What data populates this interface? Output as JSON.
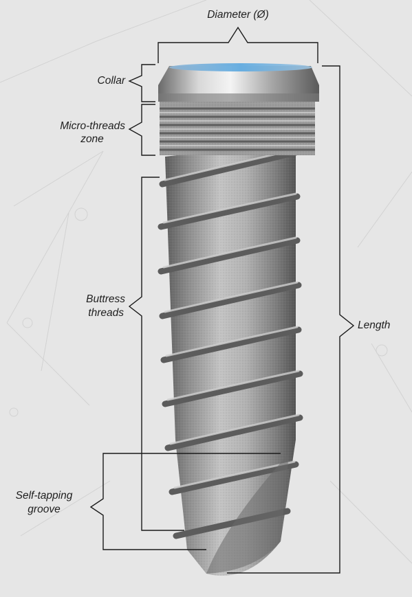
{
  "labels": {
    "diameter": "Diameter (Ø)",
    "collar": "Collar",
    "micro_line1": "Micro-threads",
    "micro_line2": "zone",
    "buttress_line1": "Buttress",
    "buttress_line2": "threads",
    "length": "Length",
    "self_line1": "Self-tapping",
    "self_line2": "groove"
  },
  "colors": {
    "background": "#e6e6e6",
    "bracket": "#1a1a1a",
    "implant_body": "#9a9a9a",
    "collar_highlight": "#5aa8e0"
  }
}
